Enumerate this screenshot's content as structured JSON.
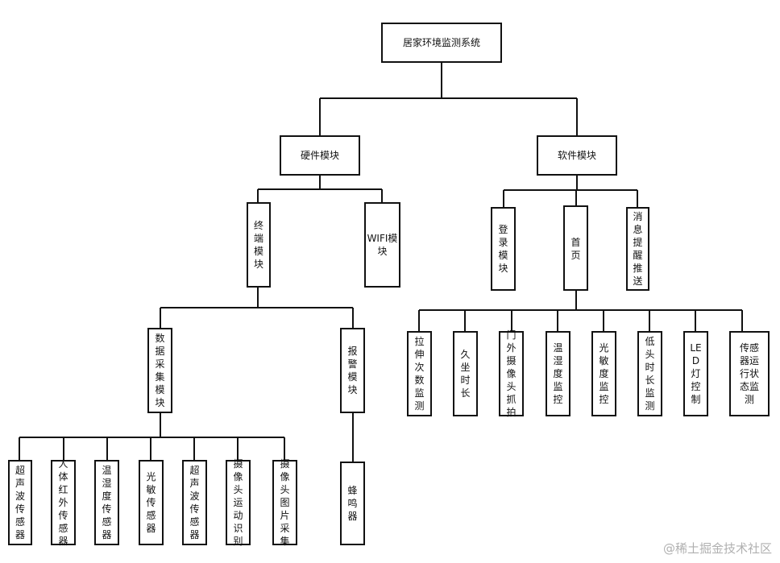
{
  "nodes": {
    "root": "居家环境监测系统",
    "hardware": "硬件模块",
    "software": "软件模块",
    "terminal": "终端模块",
    "wifi": "WIFI模块",
    "login": "登录模块",
    "home": "首页",
    "push": "消息提醒推送",
    "datacollect": "数据采集模块",
    "alarm": "报警模块",
    "ultra1": "超声波传感器",
    "pir": "人体红外传感器",
    "temphum": "温湿度传感器",
    "light": "光敏传感器",
    "ultra2": "超声波传感器",
    "cammotion": "摄像头运动识别",
    "camimage": "摄像头图片采集",
    "buzzer": "蜂鸣器",
    "stretch": "拉伸次数监测",
    "sitting": "久坐时长",
    "doorcam": "门外摄像头抓拍",
    "tempmon": "温湿度监控",
    "lightmon": "光敏度监控",
    "headdown": "低头时长监测",
    "led": "LED灯控制",
    "sensorstatus": "传感器运行状态监测"
  },
  "watermark": "@稀土掘金技术社区"
}
